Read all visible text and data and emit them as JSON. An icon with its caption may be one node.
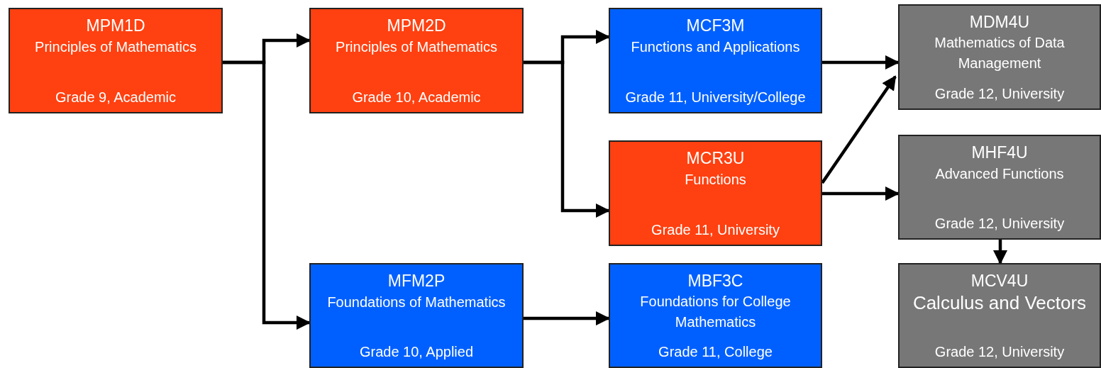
{
  "diagram": {
    "nodes": [
      {
        "text": [
          "MPM1D",
          "Principles of Mathematics",
          "Grade 9, Academic"
        ]
      },
      {
        "text": [
          "MPM2D",
          "Principles of Mathematics",
          "Grade 10, Academic"
        ]
      },
      {
        "text": [
          "MCF3M",
          "Functions and Applications",
          "Grade 11, University/College"
        ]
      },
      {
        "text": [
          "MDM4U",
          "Mathematics of Data Management",
          "Grade 12, University"
        ]
      },
      {
        "text": [
          "MCR3U",
          "Functions",
          "Grade 11, University"
        ]
      },
      {
        "text": [
          "MHF4U",
          "Advanced Functions",
          "Grade 12, University"
        ]
      },
      {
        "text": [
          "MFM2P",
          "Foundations of Mathematics",
          "Grade 10, Applied"
        ]
      },
      {
        "text": [
          "MBF3C",
          "Foundations for College Mathematics",
          "Grade 11, College"
        ]
      },
      {
        "text": [
          "MCV4U",
          "Calculus and Vectors",
          "Grade 12, University"
        ]
      }
    ],
    "edges": [
      {
        "from": 0,
        "to": 1,
        "arrow": "to"
      },
      {
        "from": 0,
        "to": 6,
        "arrow": "to"
      },
      {
        "from": 1,
        "to": 2,
        "arrow": "to"
      },
      {
        "from": 1,
        "to": 4,
        "arrow": "to"
      },
      {
        "from": 2,
        "to": 3,
        "arrow": "to"
      },
      {
        "from": 4,
        "to": 3,
        "arrow": "to"
      },
      {
        "from": 4,
        "to": 5,
        "arrow": "to"
      },
      {
        "from": 5,
        "to": 8,
        "arrow": "to"
      },
      {
        "from": 6,
        "to": 7,
        "arrow": "to"
      }
    ]
  }
}
